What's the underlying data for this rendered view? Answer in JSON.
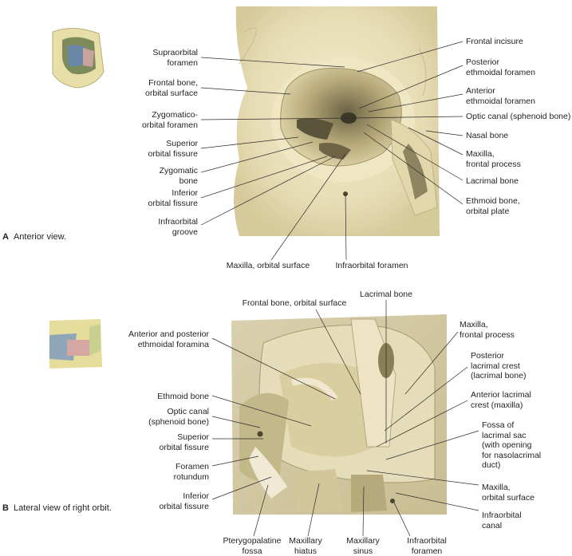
{
  "panel_a": {
    "letter": "A",
    "caption": "Anterior view.",
    "labels": {
      "supraorbital_foramen": "Supraorbital\nforamen",
      "frontal_bone_orbital_surface": "Frontal bone,\norbital surface",
      "zygomatico_orbital_foramen": "Zygomatico-\norbital foramen",
      "superior_orbital_fissure": "Superior\norbital fissure",
      "zygomatic_bone": "Zygomatic\nbone",
      "inferior_orbital_fissure": "Inferior\norbital fissure",
      "infraorbital_groove": "Infraorbital\ngroove",
      "maxilla_orbital_surface": "Maxilla, orbital surface",
      "infraorbital_foramen": "Infraorbital foramen",
      "frontal_incisure": "Frontal incisure",
      "posterior_ethmoidal_foramen": "Posterior\nethmoidal foramen",
      "anterior_ethmoidal_foramen": "Anterior\nethmoidal foramen",
      "optic_canal": "Optic canal (sphenoid bone)",
      "nasal_bone": "Nasal bone",
      "maxilla_frontal_process": "Maxilla,\nfrontal process",
      "lacrimal_bone": "Lacrimal bone",
      "ethmoid_bone_orbital_plate": "Ethmoid bone,\norbital plate"
    }
  },
  "panel_b": {
    "letter": "B",
    "caption": "Lateral view of right orbit.",
    "labels": {
      "frontal_bone_orbital_surface": "Frontal bone, orbital surface",
      "lacrimal_bone": "Lacrimal bone",
      "anterior_posterior_ethmoidal_foramina": "Anterior and posterior\nethmoidal foramina",
      "ethmoid_bone": "Ethmoid bone",
      "optic_canal": "Optic canal\n(sphenoid bone)",
      "superior_orbital_fissure": "Superior\norbital fissure",
      "foramen_rotundum": "Foramen\nrotundum",
      "inferior_orbital_fissure": "Inferior\norbital fissure",
      "pterygopalatine_fossa": "Pterygopalatine\nfossa",
      "maxillary_hiatus": "Maxillary\nhiatus",
      "maxillary_sinus": "Maxillary\nsinus",
      "infraorbital_foramen": "Infraorbital\nforamen",
      "maxilla_frontal_process": "Maxilla,\nfrontal process",
      "posterior_lacrimal_crest": "Posterior\nlacrimal crest\n(lacrimal bone)",
      "anterior_lacrimal_crest": "Anterior lacrimal\ncrest (maxilla)",
      "fossa_lacrimal_sac": "Fossa of\nlacrimal sac\n(with opening\nfor nasolacrimal\nduct)",
      "maxilla_orbital_surface": "Maxilla,\norbital surface",
      "infraorbital_canal": "Infraorbital\ncanal"
    }
  }
}
